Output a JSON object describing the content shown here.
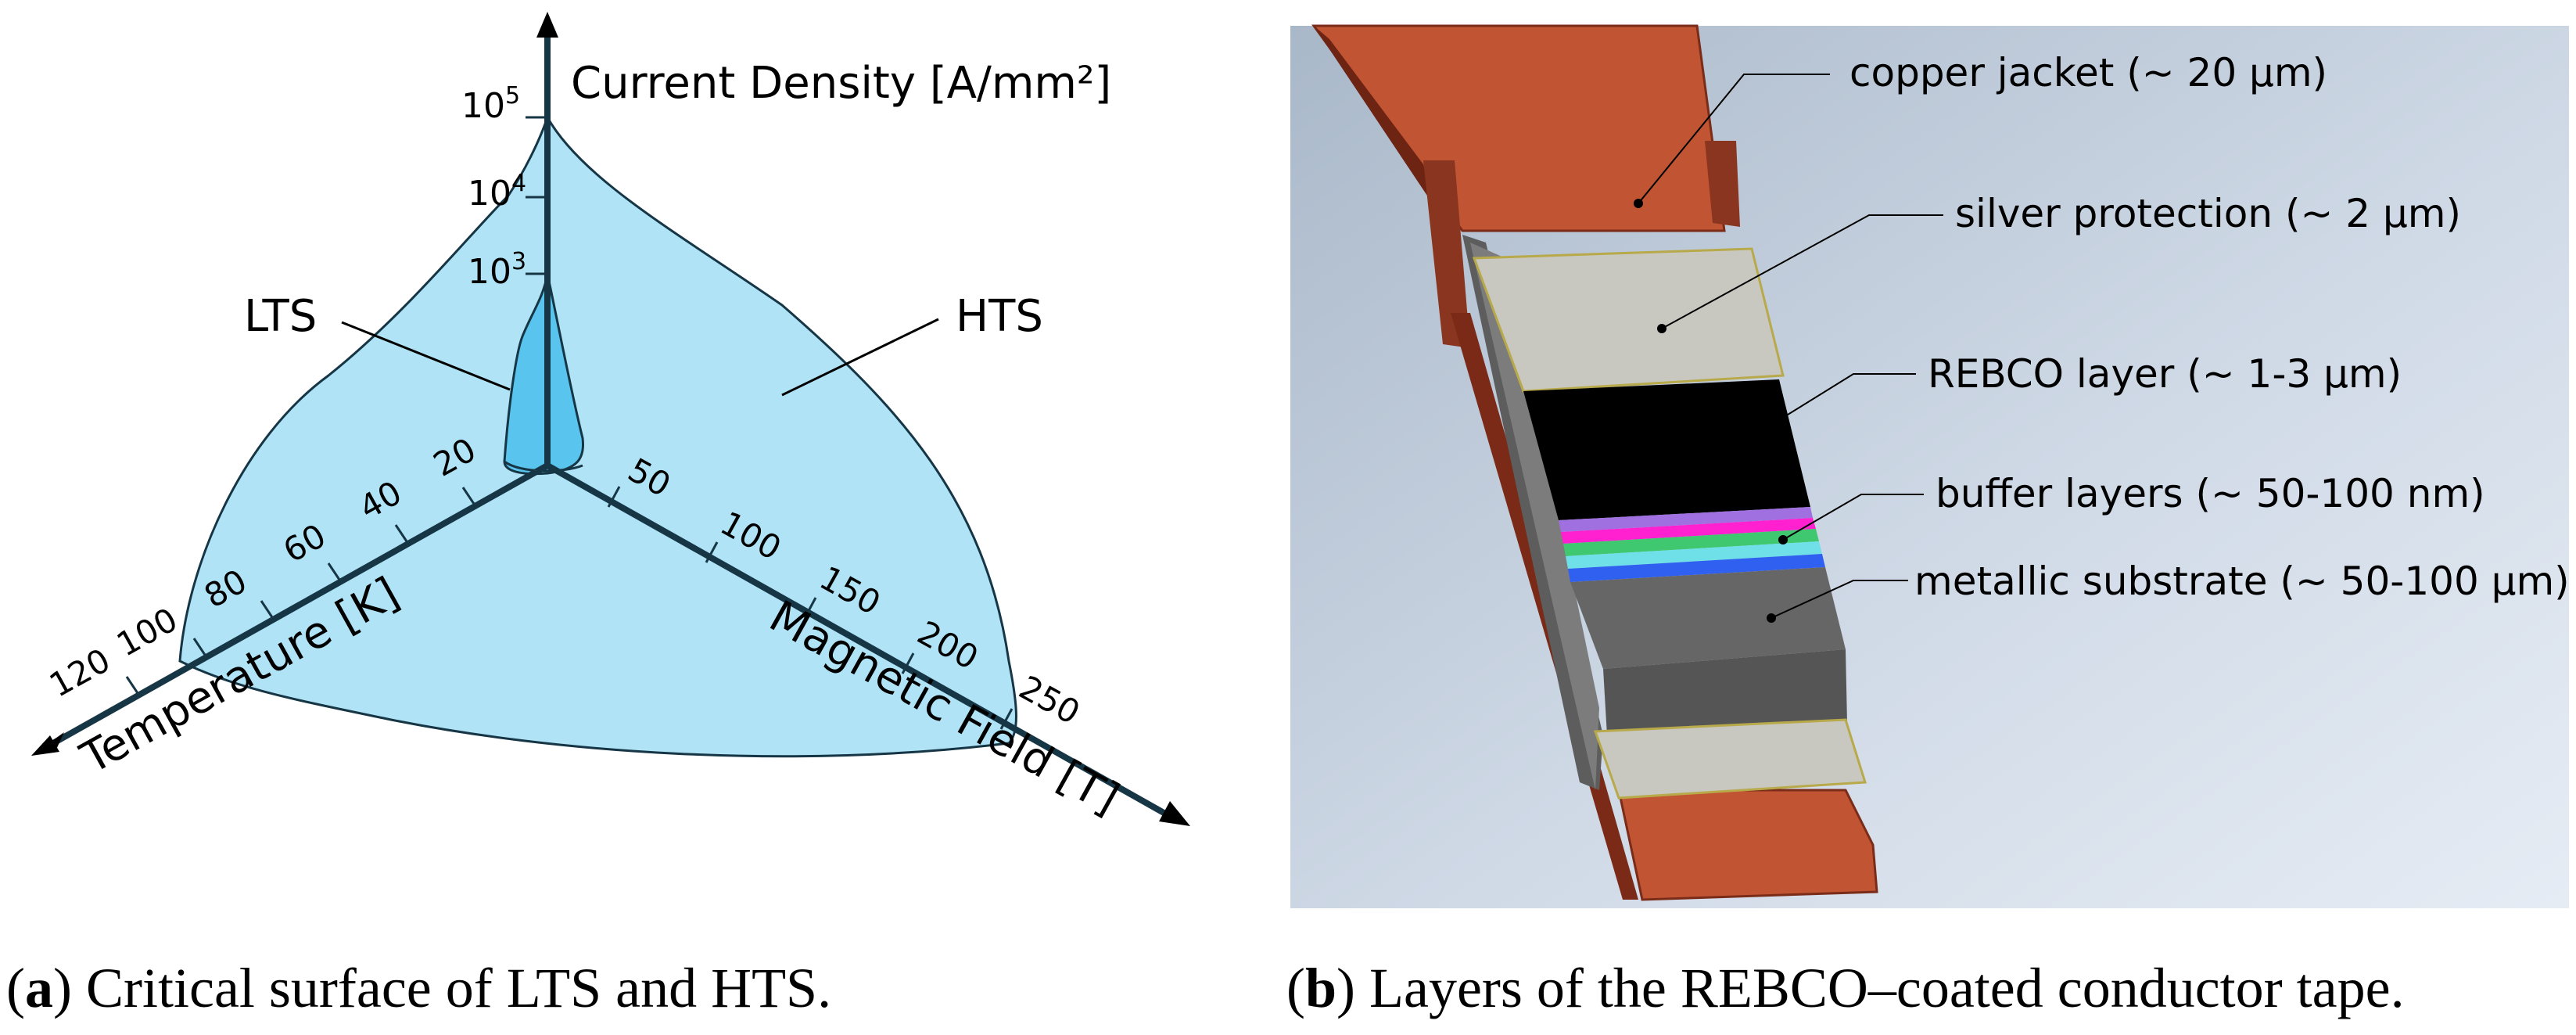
{
  "panel_a": {
    "z_axis_label": "Current Density [A/mm²]",
    "x_axis_label": "Temperature [K]",
    "y_axis_label": "Magnetic Field [T]",
    "z_ticks": [
      "10",
      "10",
      "10"
    ],
    "z_exponents": [
      "5",
      "4",
      "3"
    ],
    "temp_ticks": [
      "20",
      "40",
      "60",
      "80",
      "100",
      "120"
    ],
    "field_ticks": [
      "50",
      "100",
      "150",
      "200",
      "250"
    ],
    "lts_label": "LTS",
    "hts_label": "HTS",
    "caption_letter": "a",
    "caption_text": " Critical surface of LTS and HTS.",
    "colors": {
      "hts_fill": "#b0e3f6",
      "lts_fill": "#59c5ee",
      "axis": "#163646"
    }
  },
  "panel_b": {
    "labels": [
      "copper jacket (~ 20 µm)",
      "silver protection (~ 2 µm)",
      "REBCO layer (~ 1-3 µm)",
      "buffer layers (~ 50-100  nm)",
      "metallic substrate (~ 50-100 µm)"
    ],
    "caption_letter": "b",
    "caption_text": " Layers of the REBCO–coated conductor tape.",
    "colors": {
      "copper": "#b84f32",
      "silver": "#c8c8c0",
      "rebco": "#000000",
      "substrate": "#666666",
      "buffer": [
        "#a070e0",
        "#ff20d0",
        "#40c870",
        "#70e0e8",
        "#3060f0"
      ]
    }
  }
}
